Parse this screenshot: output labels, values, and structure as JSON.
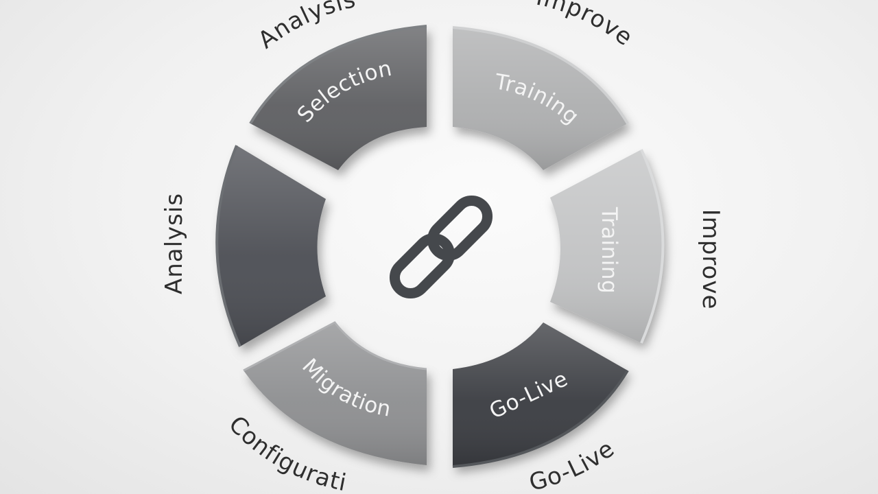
{
  "diagram": {
    "segments": [
      {
        "id": "selection",
        "label": "Selection",
        "fill": "#5e6063"
      },
      {
        "id": "training-top",
        "label": "Training",
        "fill": "#aeafb0"
      },
      {
        "id": "training-right",
        "label": "Training",
        "fill": "#c2c3c4"
      },
      {
        "id": "go-live",
        "label": "Go-Live",
        "fill": "#3b3e42"
      },
      {
        "id": "migration",
        "label": "Migration",
        "fill": "#8e8f91"
      },
      {
        "id": "analysis",
        "label": "",
        "fill": "#4d5054"
      }
    ],
    "outer_labels": {
      "analysis_top": "Analysis",
      "improve_top": "Improve",
      "improve_right": "Improve",
      "go_live_bottom": "Go-Live",
      "configuration_bottom": "Configurati",
      "analysis_left": "Analysis"
    },
    "center_icon": "chain-link-icon",
    "colors": {
      "text_dark": "#2e2e2e",
      "text_light": "#f4f4f4",
      "icon": "#45484c"
    }
  }
}
